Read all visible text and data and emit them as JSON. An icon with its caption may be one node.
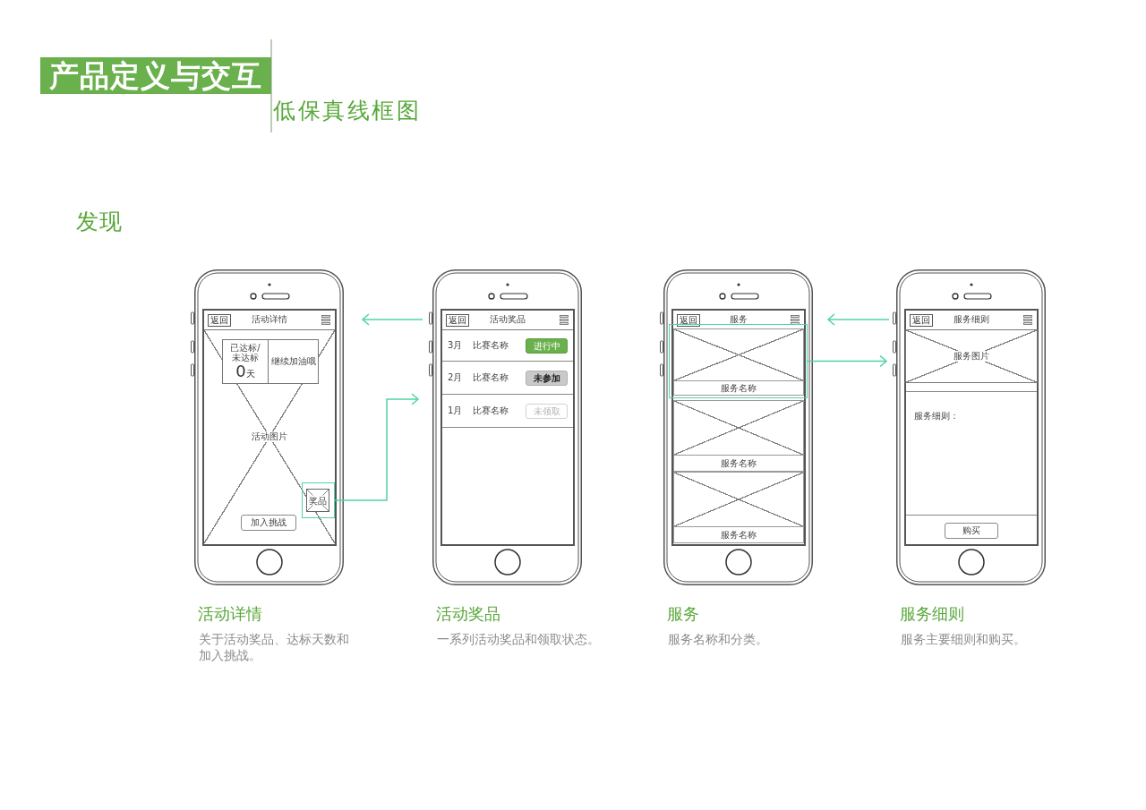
{
  "diagram": {
    "title": "产品定义与交互",
    "nodes": [
      {
        "text": [
          "活动详情"
        ],
        "beside": [
          "关于活动奖品、达标天数和加入挑战。"
        ]
      },
      {
        "text": [
          "活动详情"
        ],
        "in": 0
      },
      {
        "text": [
          "返回"
        ],
        "in": 1
      },
      {
        "text": [
          "活动图片"
        ],
        "in": 0
      },
      {
        "text": [
          "已达标/未达标",
          "0",
          "天"
        ],
        "in": 3
      },
      {
        "text": [
          "继续加油哦"
        ],
        "in": 3
      },
      {
        "text": [],
        "shape": "box",
        "in": 3
      },
      {
        "text": [
          "奖品"
        ],
        "in": 6
      },
      {
        "text": [
          "加入挑战"
        ],
        "in": 3
      },
      {
        "text": [
          "活动奖品"
        ],
        "beside": [
          "一系列活动奖品和领取状态。"
        ]
      },
      {
        "text": [
          "活动奖品"
        ],
        "in": 9
      },
      {
        "text": [
          "返回"
        ],
        "in": 10
      },
      {
        "text": [
          "3月",
          "比赛名称"
        ],
        "in": 9
      },
      {
        "text": [
          "进行中"
        ],
        "in": 12
      },
      {
        "text": [
          "2月",
          "比赛名称"
        ],
        "in": 9
      },
      {
        "text": [
          "未参加"
        ],
        "in": 14
      },
      {
        "text": [
          "1月",
          "比赛名称"
        ],
        "in": 9
      },
      {
        "text": [
          "未领取"
        ],
        "in": 16
      },
      {
        "text": [
          "服务"
        ],
        "beside": [
          "服务名称和分类。"
        ]
      },
      {
        "text": [
          "服务"
        ],
        "in": 18
      },
      {
        "text": [
          "返回"
        ],
        "in": 19
      },
      {
        "text": [],
        "shape": "box",
        "in": 18
      },
      {
        "text": [
          "服务名称"
        ],
        "in": 21
      },
      {
        "text": [
          "服务名称"
        ],
        "in": 18
      },
      {
        "text": [
          "服务名称"
        ],
        "in": 18
      },
      {
        "text": [
          "服务细则"
        ],
        "beside": [
          "服务主要细则和购买。"
        ]
      },
      {
        "text": [
          "服务细则"
        ],
        "in": 25
      },
      {
        "text": [
          "返回"
        ],
        "in": 26
      },
      {
        "text": [
          "服务图片"
        ],
        "in": 25
      },
      {
        "text": [
          "服务细则："
        ],
        "in": 25
      },
      {
        "text": [
          "购买"
        ],
        "in": 25
      }
    ],
    "edges": [
      {
        "from": 9,
        "to": 0,
        "arrow": "to"
      },
      {
        "from": 6,
        "to": 9,
        "arrow": "to"
      },
      {
        "from": 25,
        "to": 18,
        "arrow": "to"
      },
      {
        "from": 21,
        "to": 25,
        "arrow": "to"
      }
    ],
    "labels": [
      "低保真线框图",
      "发现"
    ]
  }
}
